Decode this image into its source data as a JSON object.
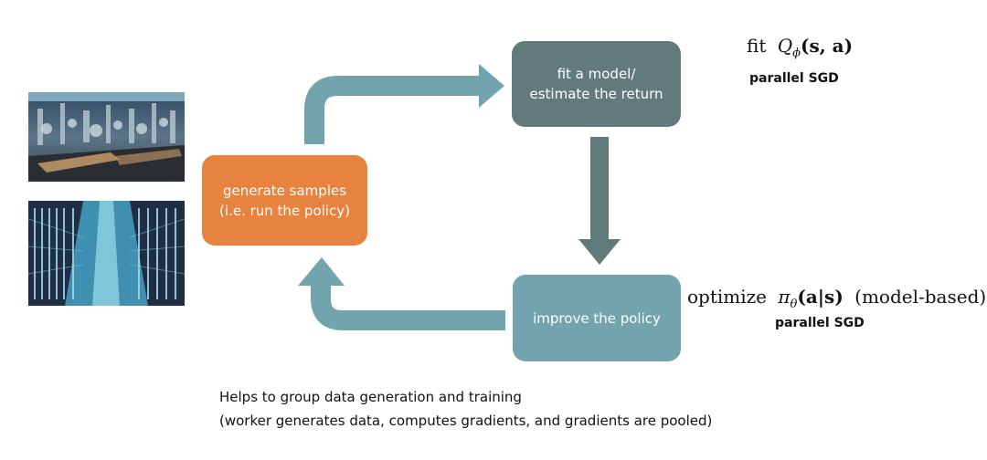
{
  "boxes": {
    "generate": "generate samples\n(i.e. run the policy)",
    "fit": "fit a model/\nestimate the return",
    "improve": "improve the policy"
  },
  "annotations": {
    "fit_text": "fit",
    "fit_q": "Q",
    "fit_sub": "ϕ",
    "fit_args": "(s, a)",
    "fit_sgd": "parallel SGD",
    "opt_text": "optimize",
    "opt_pi": "π",
    "opt_sub": "θ",
    "opt_args": "(a|s)",
    "opt_suffix": "(model-based)",
    "opt_sgd": "parallel SGD"
  },
  "caption": {
    "line1": "Helps to group data generation and training",
    "line2": "(worker generates data, computes gradients, and gradients are pooled)"
  },
  "colors": {
    "arrow": "#72a4ad",
    "generate": "#e8823f",
    "fit": "#617b7b",
    "improve": "#72a4ad"
  },
  "images": [
    "robot-arms-lab-photo",
    "server-datacenter-photo"
  ]
}
